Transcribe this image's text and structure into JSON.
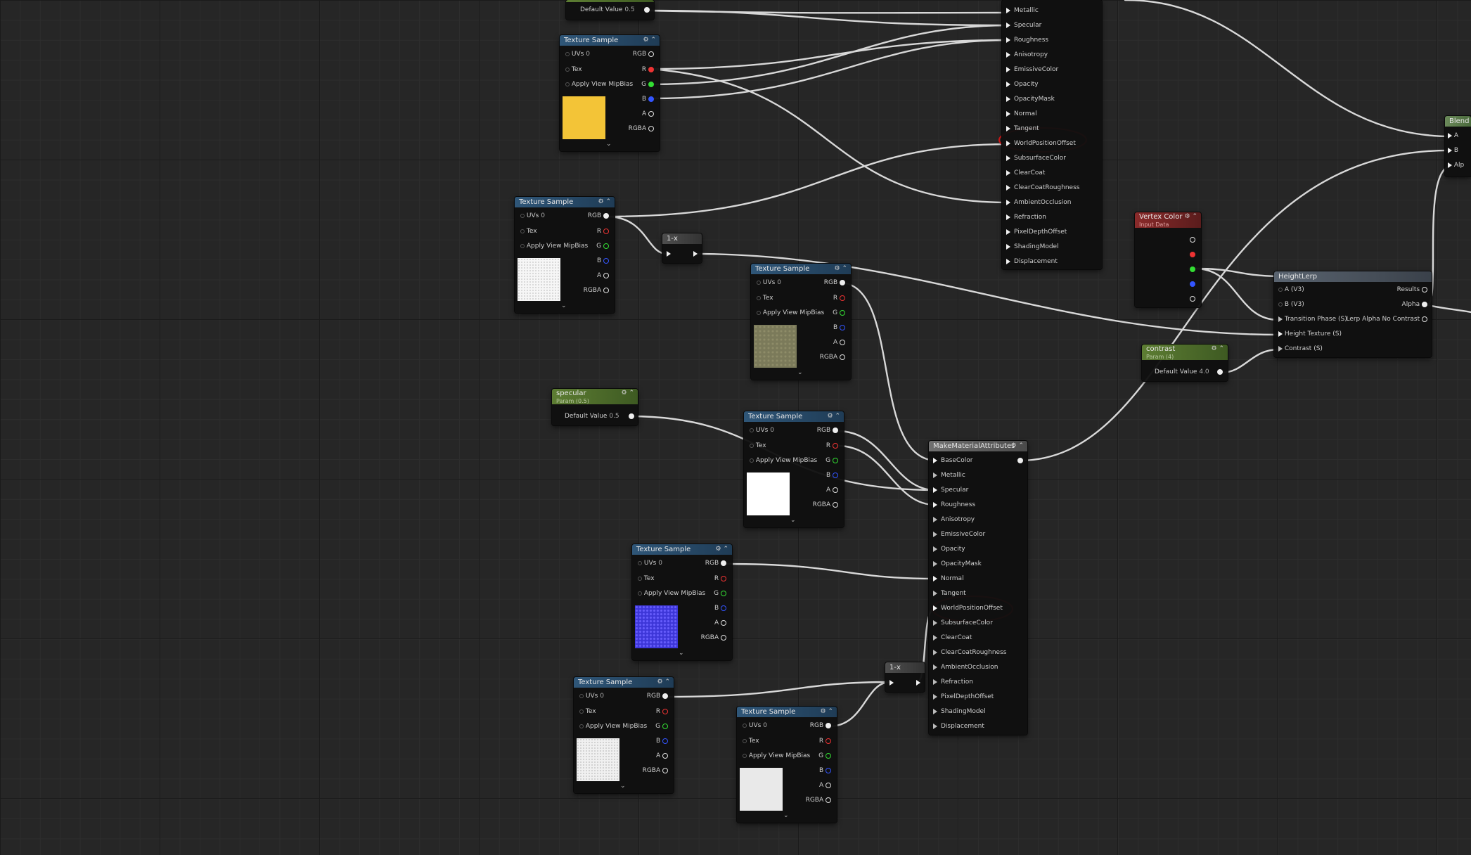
{
  "common": {
    "tex_title": "Texture Sample",
    "uvs": "UVs",
    "uv_value": "0",
    "tex": "Tex",
    "mip": "Apply View MipBias",
    "rgb": "RGB",
    "r": "R",
    "g": "G",
    "b": "B",
    "a": "A",
    "rgba": "RGBA",
    "default_value": "Default Value",
    "chevron": "⌄",
    "ctrl": "⚙ ⌃"
  },
  "top_param": {
    "value": "0.5"
  },
  "material_pins": [
    "Metallic",
    "Specular",
    "Roughness",
    "Anisotropy",
    "EmissiveColor",
    "Opacity",
    "OpacityMask",
    "Normal",
    "Tangent",
    "WorldPositionOffset",
    "SubsurfaceColor",
    "ClearCoat",
    "ClearCoatRoughness",
    "AmbientOcclusion",
    "Refraction",
    "PixelDepthOffset",
    "ShadingModel",
    "Displacement"
  ],
  "make_attrs": {
    "title": "MakeMaterialAttributes",
    "pins": [
      "BaseColor",
      "Metallic",
      "Specular",
      "Roughness",
      "Anisotropy",
      "EmissiveColor",
      "Opacity",
      "OpacityMask",
      "Normal",
      "Tangent",
      "WorldPositionOffset",
      "SubsurfaceColor",
      "ClearCoat",
      "ClearCoatRoughness",
      "AmbientOcclusion",
      "Refraction",
      "PixelDepthOffset",
      "ShadingModel",
      "Displacement"
    ]
  },
  "specular_param": {
    "title": "specular",
    "sub": "Param (0.5)",
    "value": "0.5"
  },
  "contrast_param": {
    "title": "contrast",
    "sub": "Param (4)",
    "value": "4.0"
  },
  "vertex_color": {
    "title": "Vertex Color",
    "sub": "Input Data"
  },
  "height_lerp": {
    "title": "HeightLerp",
    "in_a": "A (V3)",
    "in_b": "B (V3)",
    "in_phase": "Transition Phase (S)",
    "in_height": "Height Texture (S)",
    "in_contrast": "Contrast (S)",
    "out_results": "Results",
    "out_alpha": "Alpha",
    "out_lerp": "Lerp Alpha No Contrast"
  },
  "blend": {
    "title": "Blend",
    "a": "A",
    "b": "B",
    "alpha": "Alp"
  },
  "one_minus": {
    "title": "1-x"
  },
  "colors": {
    "preview_yellow": "#f3c437",
    "preview_moss": "#7b7a5a",
    "preview_blue": "#3d36d8",
    "preview_white": "#f6f6f6",
    "annotation": "#e01818",
    "wire": "#e8e8e8"
  }
}
